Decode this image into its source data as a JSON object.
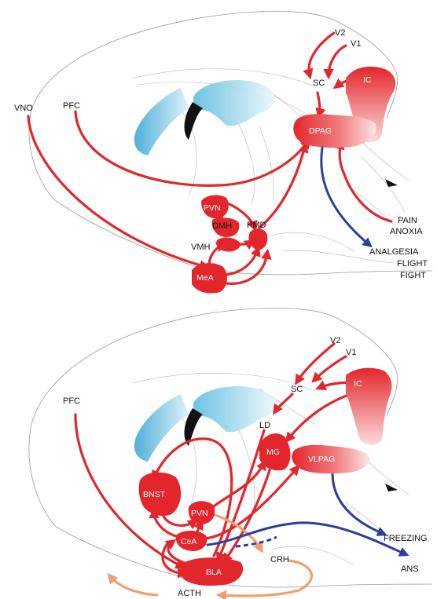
{
  "colors": {
    "projection_red": "#e3262b",
    "inhibitory_blue": "#2b3f9a",
    "hormonal_orange": "#f0a070",
    "ventricle_blue": "#5fb8dc",
    "outline_gray": "#9a9a9a"
  },
  "top_panel": {
    "inputs": {
      "vno": "VNO",
      "pfc": "PFC",
      "v2": "V2",
      "v1": "V1"
    },
    "nuclei": {
      "sc": "SC",
      "ic": "IC",
      "dpag": "DPAG",
      "pvn": "PVN",
      "dmh": "DMH",
      "pmd": "PMD",
      "vmh": "VMH",
      "mea": "MeA"
    },
    "stimuli": {
      "pain": "PAIN",
      "anoxia": "ANOXIA"
    },
    "outputs": {
      "analgesia": "ANALGESIA",
      "flight": "FLIGHT",
      "fight": "FIGHT"
    }
  },
  "bottom_panel": {
    "inputs": {
      "pfc": "PFC",
      "v2": "V2",
      "v1": "V1"
    },
    "nuclei": {
      "sc": "SC",
      "ic": "IC",
      "ld": "LD",
      "mg": "MG",
      "vlpag": "VLPAG",
      "bnst": "BNST",
      "pvn": "PVN",
      "cea": "CeA",
      "bla": "BLA"
    },
    "hormones": {
      "crh": "CRH",
      "acth": "ACTH"
    },
    "outputs": {
      "freezing": "FREEZING",
      "ans": "ANS"
    }
  }
}
